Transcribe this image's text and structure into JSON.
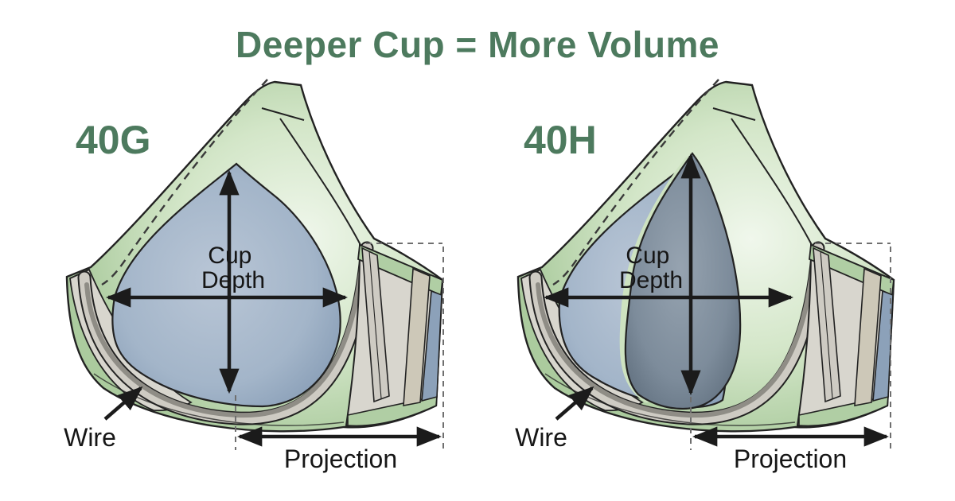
{
  "title": {
    "text": "Deeper Cup = More Volume"
  },
  "palette": {
    "heading_green": "#4d7a5e",
    "fabric_green": "#b9d3ac",
    "fabric_green_light": "#eef6ea",
    "cup_blue_40g": "#9fb3c7",
    "cup_blue_dark_40h": "#768594",
    "band_gray": "#d8d6ce",
    "wire_gray": "#8f8d86",
    "wire_casing": "#cecbc3",
    "strip_tan": "#cdc8b8",
    "strip_blue": "#8ca1b9",
    "outline": "#222222",
    "arrow_black": "#1b1b1b",
    "guide_dash_gray": "#6f6f6f"
  },
  "left_diagram": {
    "size_label": "40G",
    "cup_depth_line1": "Cup",
    "cup_depth_line2": "Depth",
    "wire_label": "Wire",
    "projection_label": "Projection"
  },
  "right_diagram": {
    "size_label": "40H",
    "cup_depth_line1": "Cup",
    "cup_depth_line2": "Depth",
    "wire_label": "Wire",
    "projection_label": "Projection"
  }
}
